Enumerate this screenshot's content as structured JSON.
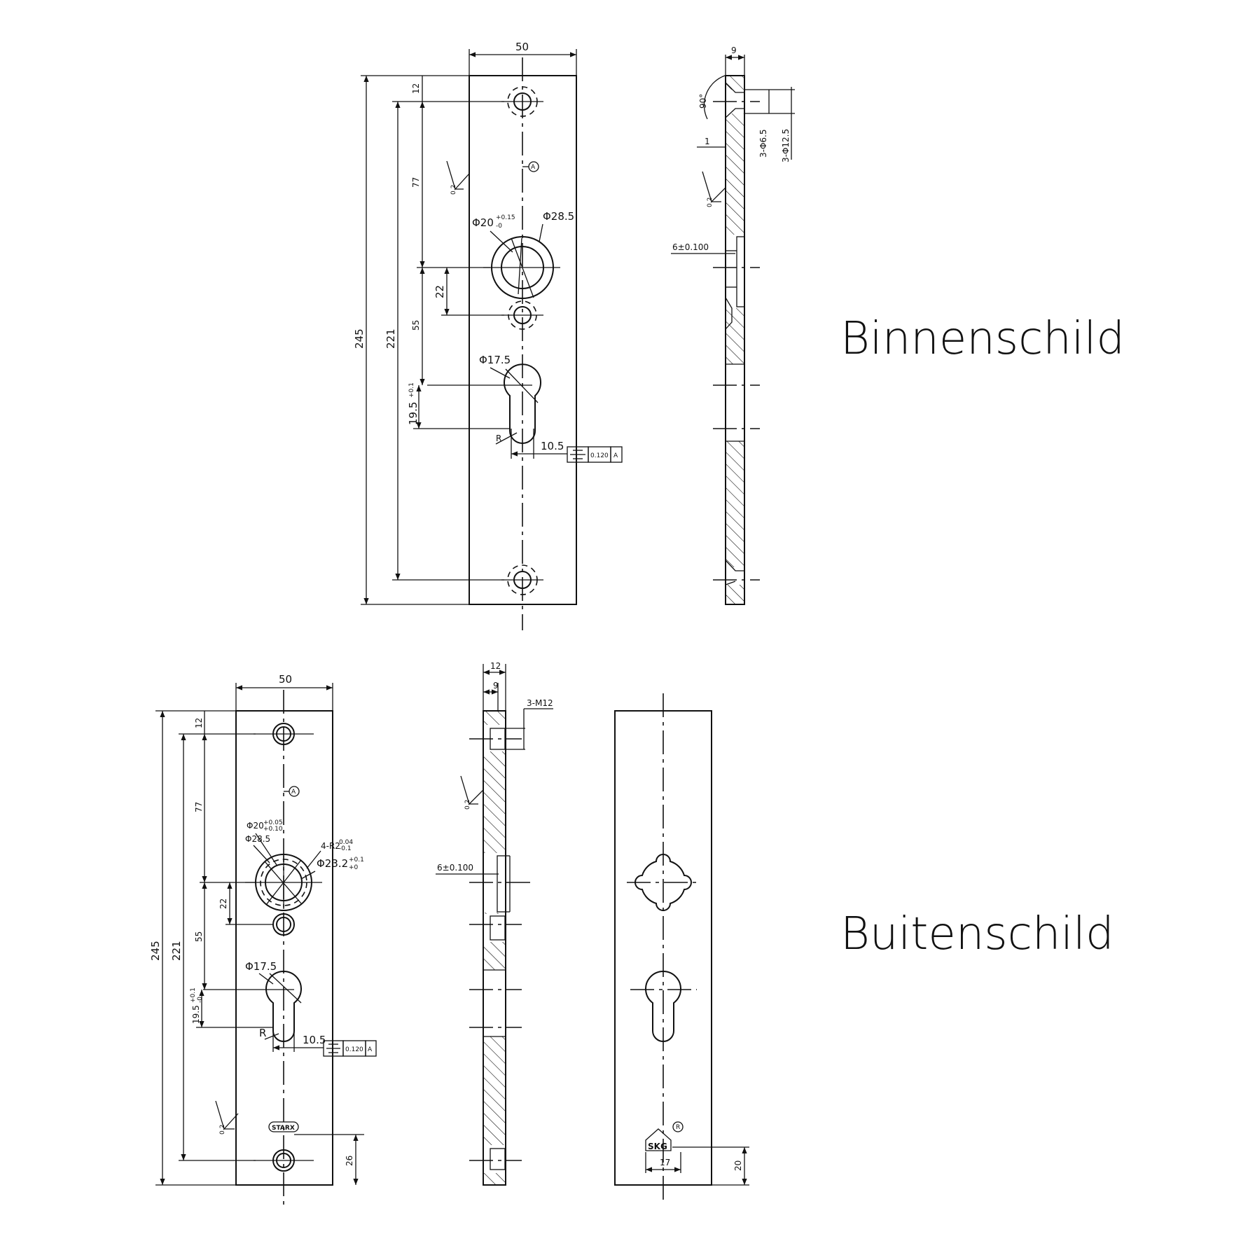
{
  "titles": {
    "inner": "Binnenschild",
    "outer": "Buitenschild"
  },
  "inner_front": {
    "width": "50",
    "total_height": "245",
    "hole_pitch": "221",
    "top_offset": "12",
    "to_handle": "77",
    "handle_to_hole": "22",
    "handle_to_cylinder": "55",
    "cylinder_offset": "19.5",
    "cylinder_tol_upper": "+0.1",
    "bore": "Φ20",
    "bore_tol_upper": "+0.15",
    "bore_tol_lower": "-0",
    "recess": "Φ28.5",
    "cylinder_dia": "Φ17.5",
    "radius": "R",
    "slot_width": "10.5",
    "tolerance_value": "0.120",
    "datum": "A",
    "roughness": "0.2"
  },
  "inner_side": {
    "thickness": "9",
    "countersink_angle": "90°",
    "step": "1",
    "hole_small": "3-Φ6.5",
    "hole_large": "3-Φ12.5",
    "roughness": "0.2",
    "pin": "6±0.100"
  },
  "outer_front": {
    "width": "50",
    "total_height": "245",
    "hole_pitch": "221",
    "top_offset": "12",
    "to_handle": "77",
    "handle_to_hole": "22",
    "handle_to_cylinder": "55",
    "cylinder_offset": "19.5",
    "cylinder_tol_upper": "+0.1",
    "cylinder_tol_lower": "-0",
    "bore": "Φ20",
    "bore_tol_upper": "+0.05",
    "bore_tol_lower": "+0.10",
    "recess": "Φ28.5",
    "ring": "Φ23.2",
    "ring_tol_upper": "+0.1",
    "ring_tol_lower": "+0",
    "notch": "4-R2",
    "notch_tol_upper": "0.04",
    "notch_tol_lower": "-0.1",
    "cylinder_dia": "Φ17.5",
    "radius": "R",
    "slot_width": "10.5",
    "tolerance_value": "0.120",
    "datum": "A",
    "roughness": "0.2",
    "logo": "STARX",
    "bottom_offset": "26"
  },
  "outer_side": {
    "total_thickness": "12",
    "plate_thickness": "9",
    "thread": "3-M12",
    "roughness": "0.2",
    "pin": "6±0.100"
  },
  "outer_back": {
    "logo": "SKG",
    "registered": "R",
    "logo_width": "17",
    "logo_offset": "20"
  }
}
